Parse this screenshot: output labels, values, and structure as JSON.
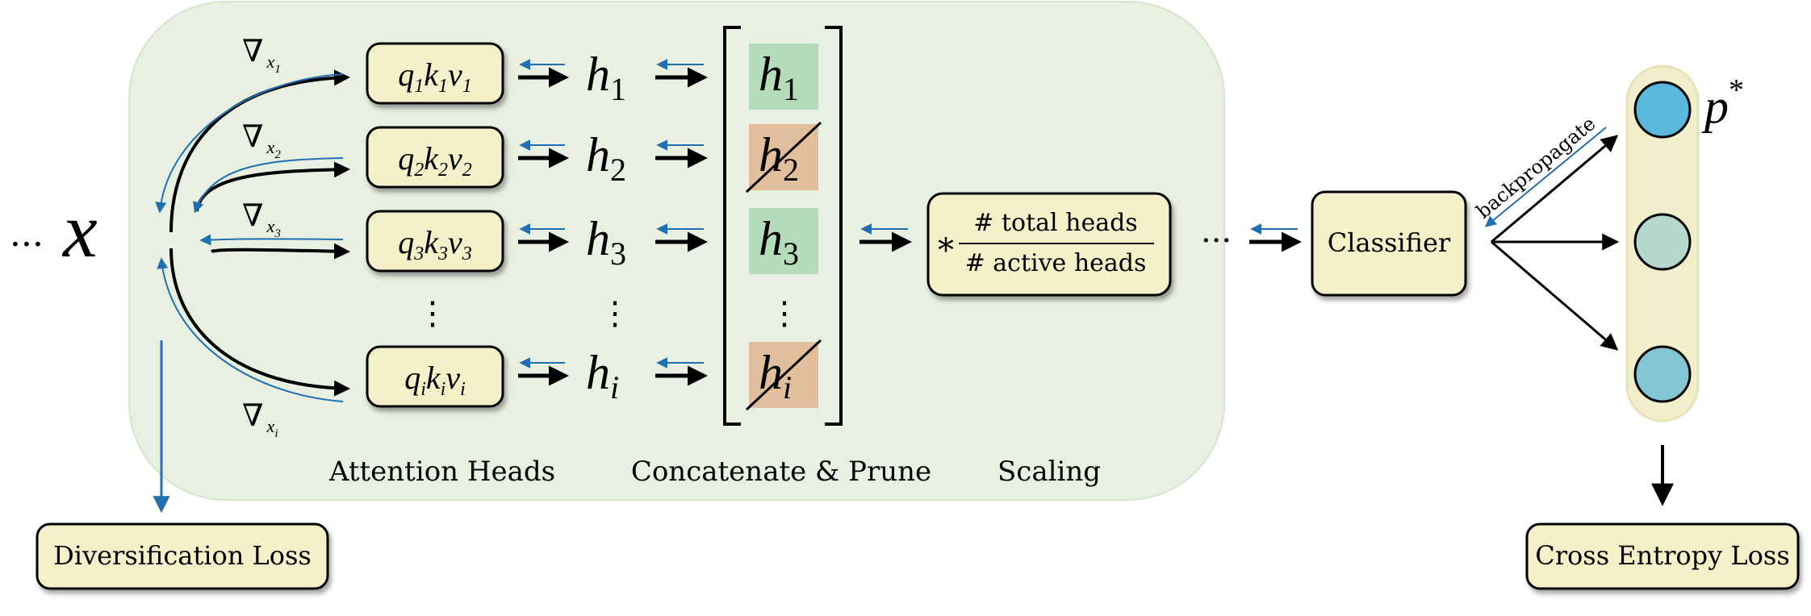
{
  "input": {
    "dots": "···",
    "symbol": "x"
  },
  "gradients": [
    {
      "nabla": "∇",
      "sub": "x",
      "idx": "1"
    },
    {
      "nabla": "∇",
      "sub": "x",
      "idx": "2"
    },
    {
      "nabla": "∇",
      "sub": "x",
      "idx": "3"
    },
    {
      "nabla": "∇",
      "sub": "x",
      "idx": "i"
    }
  ],
  "heads": [
    {
      "q": "q",
      "k": "k",
      "v": "v",
      "idx": "1"
    },
    {
      "q": "q",
      "k": "k",
      "v": "v",
      "idx": "2"
    },
    {
      "q": "q",
      "k": "k",
      "v": "v",
      "idx": "3"
    },
    {
      "q": "q",
      "k": "k",
      "v": "v",
      "idx": "i"
    }
  ],
  "outputs": [
    {
      "h": "h",
      "idx": "1"
    },
    {
      "h": "h",
      "idx": "2"
    },
    {
      "h": "h",
      "idx": "3"
    },
    {
      "h": "h",
      "idx": "i"
    }
  ],
  "concat": [
    {
      "h": "h",
      "idx": "1",
      "status": "active"
    },
    {
      "h": "h",
      "idx": "2",
      "status": "pruned"
    },
    {
      "h": "h",
      "idx": "3",
      "status": "active"
    },
    {
      "h": "h",
      "idx": "i",
      "status": "pruned"
    }
  ],
  "ellipsis_vertical": "⋮",
  "scaling": {
    "star": "*",
    "numerator": "# total heads",
    "denominator": "# active heads"
  },
  "mid_dots": "···",
  "classifier": {
    "label": "Classifier"
  },
  "backprop": {
    "label": "backpropagate"
  },
  "output": {
    "symbol": "p",
    "sup": "*"
  },
  "section_labels": {
    "attention": "Attention Heads",
    "concat": "Concatenate & Prune",
    "scaling": "Scaling"
  },
  "losses": {
    "diversification": "Diversification Loss",
    "cross_entropy": "Cross Entropy Loss"
  },
  "colors": {
    "panel_bg": "#e8f0e1",
    "box_fill": "#f4f0c8",
    "active_fill": "#b4dcb8",
    "pruned_fill": "#e2bf9c",
    "gradient_blue": "#1f6fb2",
    "node_top": "#5ab8dc",
    "node_mid": "#b4d8cc",
    "node_bot": "#82c6d4"
  }
}
